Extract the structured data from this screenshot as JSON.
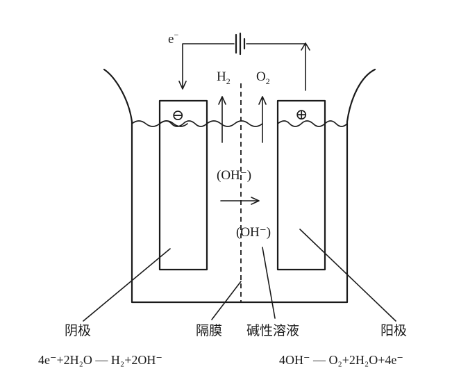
{
  "electron_label": "e",
  "electron_sup": "−",
  "gas_h2": "H",
  "gas_h2_sub": "2",
  "gas_o2": "O",
  "gas_o2_sub": "2",
  "cathode_sign": "⊖",
  "anode_sign": "⊕",
  "ion_top": "(OH⁻)",
  "ion_bottom": "(OH⁻)",
  "labels": {
    "cathode": "阴极",
    "membrane": "隔膜",
    "solution": "碱性溶液",
    "anode": "阳极"
  },
  "equations": {
    "cathode": "4e⁻+2H₂O — H₂+2OH⁻",
    "anode": "4OH⁻ — O₂+2H₂O+4e⁻"
  }
}
